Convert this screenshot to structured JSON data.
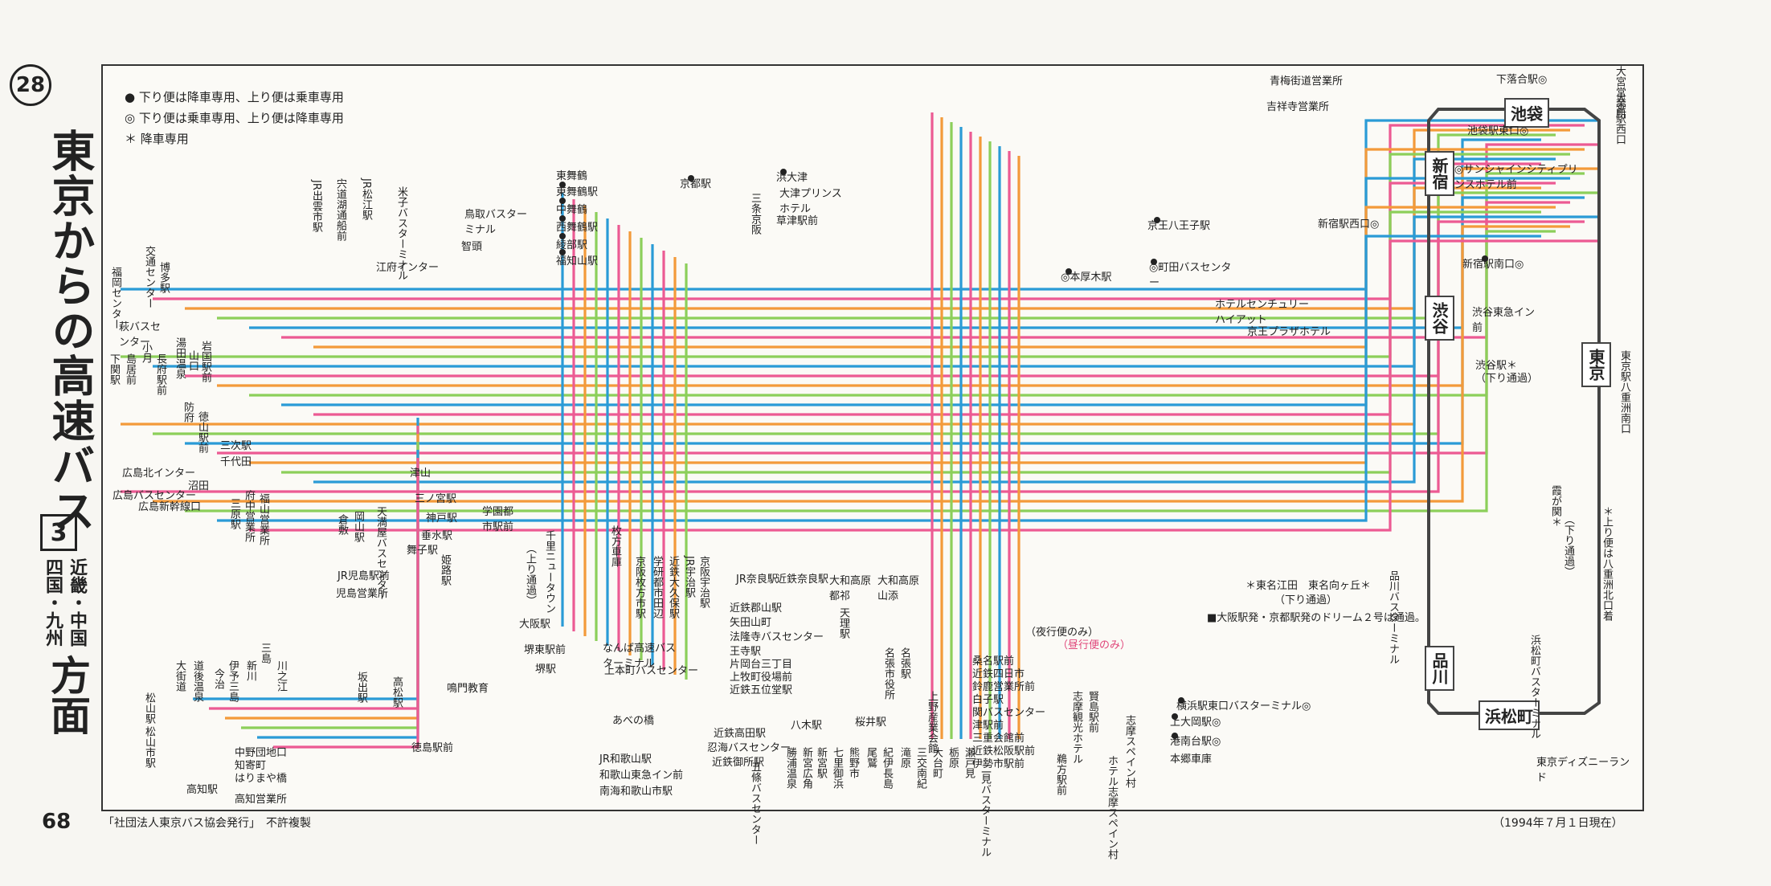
{
  "page": {
    "number_badge": "28",
    "title": "東京からの高速バス",
    "volume": "3",
    "subtitle_right": "近畿・中国",
    "subtitle_left": "四国・九州",
    "direction": "方面",
    "page_number": "68",
    "publisher": "「社団法人東京バス協会発行」　不許複製",
    "as_of": "（1994年７月１日現在）"
  },
  "legend": [
    {
      "symbol": "●",
      "text": "下り便は降車専用、上り便は乗車専用"
    },
    {
      "symbol": "◎",
      "text": "下り便は乗車専用、上り便は降車専用"
    },
    {
      "symbol": "＊",
      "text": "降車専用"
    }
  ],
  "route_colors": {
    "blue": "#2a9bd6",
    "pink": "#ec5a93",
    "orange": "#f39a3a",
    "green": "#8ccf5a"
  },
  "hubs": {
    "ikebukuro": "池袋",
    "shinjuku": "新宿",
    "shibuya": "渋谷",
    "tokyo": "東京",
    "shinagawa": "品川",
    "hamamatsucho": "浜松町"
  },
  "stops_tokyo": [
    "下落合駅◎",
    "大宮営業所",
    "大宮駅西口",
    "青梅街道営業所",
    "吉祥寺営業所",
    "池袋駅東口◎",
    "◎サンシャインシティプリンスホテル前",
    "新宿駅西口◎",
    "新宿駅南口◎",
    "京王八王子駅",
    "◎町田バスセンター",
    "◎本厚木駅",
    "ホテルセンチュリーハイアット",
    "京王プラザホテル",
    "渋谷東急イン前",
    "渋谷駅＊",
    "（下り通過）",
    "東京駅八重洲南口",
    "霞が関＊",
    "（下り通過）",
    "＊上り便は八重洲北口着",
    "横浜駅東口バスターミナル◎",
    "上大岡駅◎",
    "港南台駅◎",
    "本郷車庫",
    "東京ディズニーランド",
    "浜松町バスターミナル",
    "品川バスターミナル"
  ],
  "stops_west": [
    "JR出雲市駅",
    "宍道湖通船前",
    "JR松江駅",
    "米子バスターミナル",
    "鳥取バスターミナル",
    "智頭",
    "江府インター",
    "交通センター",
    "博多駅",
    "福岡センター",
    "萩バスセンター",
    "下関駅",
    "小月",
    "島居前",
    "長府駅前",
    "湯田温泉",
    "山口",
    "岩国駅前",
    "防府",
    "徳山駅前",
    "三次駅",
    "千代田",
    "広島北インター",
    "広島バスセンター",
    "広島新幹線口",
    "沼田",
    "津山",
    "三ノ宮駅",
    "神戸駅",
    "垂水駅",
    "舞子駅",
    "姫路駅",
    "学園都市駅前",
    "岡山駅",
    "倉敷",
    "天満屋バスセンター",
    "JR児島駅前",
    "児島営業所",
    "三原駅",
    "府中営業所",
    "福山営業所"
  ],
  "stops_kinki": [
    "東舞鶴",
    "東舞鶴駅",
    "中舞鶴",
    "西舞鶴駅",
    "綾部駅",
    "福知山駅",
    "京都駅",
    "三条京阪",
    "浜大津",
    "大津プリンスホテル",
    "草津駅前",
    "千里ニュータウン",
    "（上り通過）",
    "大阪駅",
    "堺東駅前",
    "堺駅",
    "枚方車庫",
    "京阪枚方市駅",
    "学研都市田辺",
    "近鉄大久保駅",
    "JR宇治駅",
    "京阪宇治駅",
    "JR奈良駅",
    "近鉄奈良駅",
    "大和高原都祁",
    "大和高原山添",
    "天理駅",
    "近鉄郡山駅",
    "矢田山町",
    "法隆寺バスセンター",
    "王寺駅",
    "片岡台三丁目",
    "上牧町役場前",
    "近鉄五位堂駅",
    "なんば高速バスターミナル",
    "上本町バスセンター",
    "あべの橋",
    "近鉄高田駅",
    "忍海バスセンター",
    "近鉄御所駅",
    "五條バスセンター",
    "JR和歌山駅",
    "和歌山東急イン前",
    "南海和歌山市駅",
    "八木駅",
    "桜井駅",
    "名張市役所",
    "名張駅",
    "上野産業会館"
  ],
  "stops_south": [
    "松山駅",
    "道後温泉",
    "大街道",
    "新川",
    "今治",
    "三島",
    "伊予三島",
    "川之江",
    "坂出駅",
    "高松駅",
    "鳴門教育",
    "徳島駅前",
    "中野団地口",
    "知寄町",
    "はりまや橋",
    "高知駅",
    "高知営業所",
    "松山市駅"
  ],
  "stops_ise": [
    "桑名駅前",
    "近鉄四日市",
    "鈴鹿営業所前",
    "白子駅",
    "関バスセンター",
    "津駅前",
    "三重会館前",
    "近鉄松阪駅前",
    "伊勢市駅前",
    "志摩観光ホテル",
    "賢島駅前",
    "鵜方駅前",
    "志摩スペイン村",
    "ホテル志摩スペイン村",
    "新宮駅",
    "熊野市",
    "尾鷲",
    "紀伊長島",
    "三交南紀",
    "大台町",
    "栃原",
    "勝浦温泉",
    "新宮広角",
    "七里御浜",
    "滝原",
    "瀬戸見",
    "二見バスターミナル"
  ],
  "route_notes": [
    "（夜行便のみ）",
    "（昼行便のみ）",
    "＊東名江田　東名向ヶ丘＊",
    "（下り通過）",
    "■大阪駅発・京都駅発のドリーム２号は通過。"
  ]
}
